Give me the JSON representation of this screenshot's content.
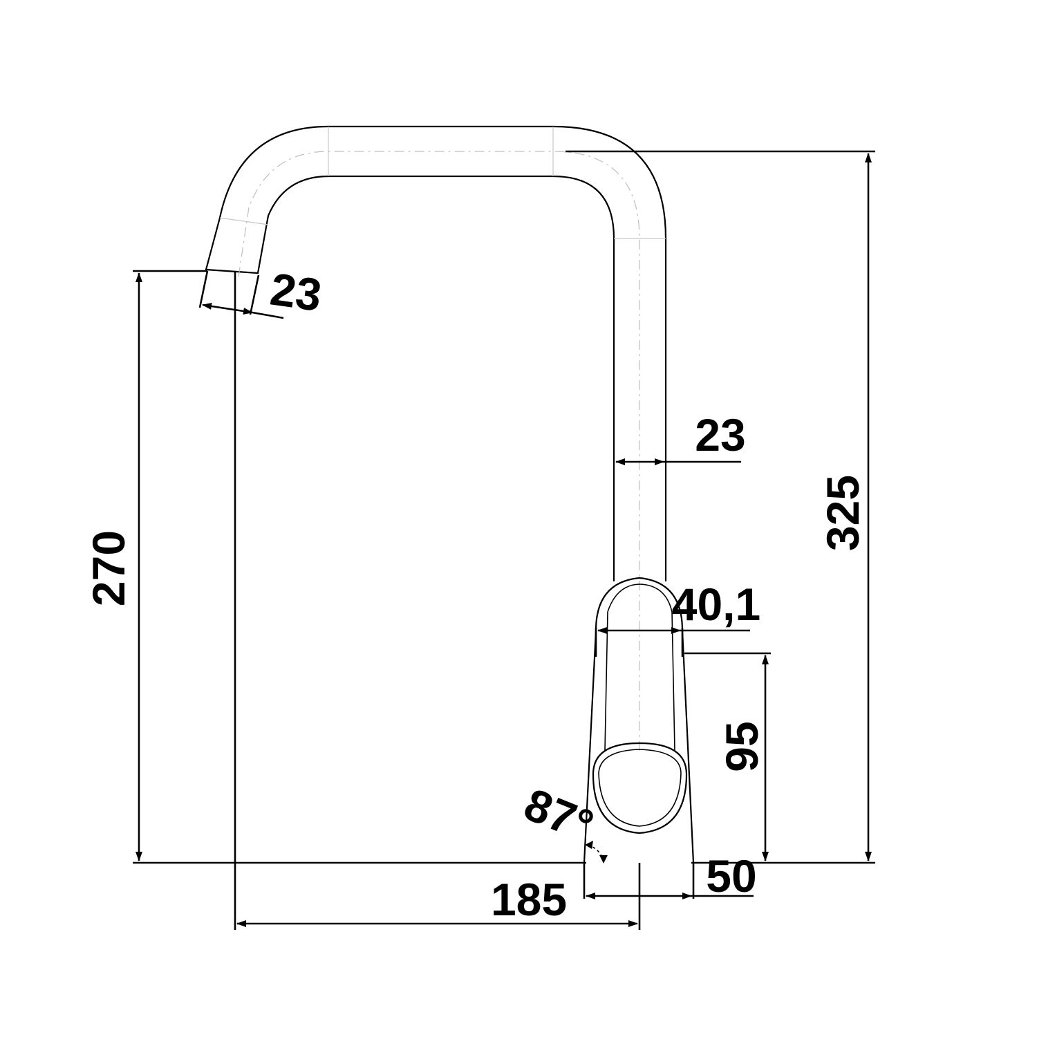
{
  "dimensions": {
    "overall_height": "325",
    "spout_height": "270",
    "spout_diameter": "23",
    "pipe_diameter": "23",
    "body_width": "40,1",
    "lever_height": "95",
    "base_diameter": "50",
    "reach": "185",
    "handle_angle": "87°"
  }
}
